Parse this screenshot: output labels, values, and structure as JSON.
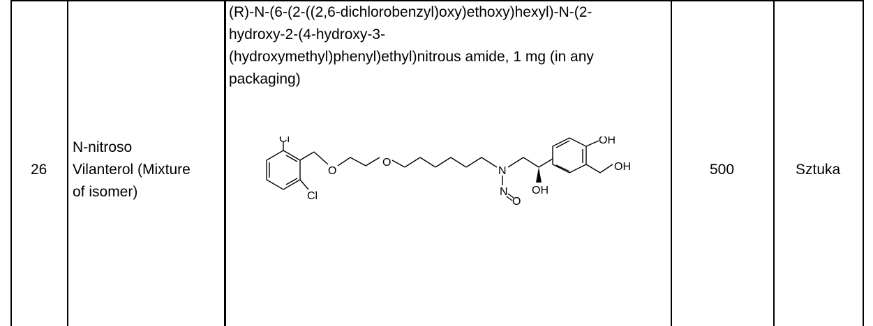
{
  "row": {
    "number": "26",
    "name_lines": [
      "N-nitroso",
      "Vilanterol (Mixture",
      "of isomer)"
    ],
    "description_lines": [
      "(R)-N-(6-(2-((2,6-dichlorobenzyl)oxy)ethoxy)hexyl)-N-(2-",
      "hydroxy-2-(4-hydroxy-3-",
      "(hydroxymethyl)phenyl)ethyl)nitrous amide, 1 mg (in any",
      "packaging)"
    ],
    "quantity": "500",
    "unit": "Sztuka"
  },
  "structure_labels": {
    "cl_top": "Cl",
    "cl_bottom": "Cl",
    "o1": "O",
    "o2": "O",
    "n": "N",
    "n2": "N",
    "o_nitroso": "O",
    "oh_benzylic": "OH",
    "oh_phenol": "OH",
    "oh_ch2": "OH"
  }
}
